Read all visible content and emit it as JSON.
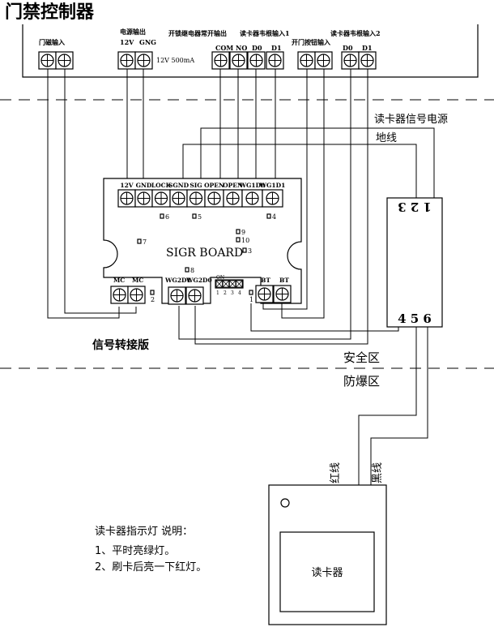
{
  "controller": {
    "title": "门禁控制器",
    "door_sensor_label": "门磁输入",
    "power_label": "电源输出",
    "power_pins": [
      "12V",
      "GNG"
    ],
    "power_rating": "12V 500mA",
    "relay_label": "开锁继电器常开输出",
    "relay_pins": [
      "COM",
      "NO"
    ],
    "wiegand1_label": "读卡器韦根输入1",
    "wiegand1_pins": [
      "D0",
      "D1"
    ],
    "button_label": "开门按钮输入",
    "wiegand2_label": "读卡器韦根输入2",
    "wiegand2_pins": [
      "D0",
      "D1"
    ]
  },
  "board": {
    "name": "SIGR  BOARD",
    "caption": "信号转接版",
    "top_pins": [
      "12V",
      "GND",
      "LOCK",
      "SGND",
      "SIG",
      "OPEN",
      "OPEN",
      "WG1D0",
      "WG1D1"
    ],
    "mc_pins": [
      "MC",
      "MC"
    ],
    "wg2_pins": [
      "WG2D1",
      "WG2D0"
    ],
    "bt_pins": [
      "BT",
      "BT"
    ],
    "markers": [
      "6",
      "5",
      "4",
      "7",
      "9",
      "10",
      "3",
      "8",
      "2",
      "1"
    ],
    "dip_on": "ON",
    "dip_nums": [
      "1",
      "2",
      "3",
      "4"
    ]
  },
  "module": {
    "top_digits": "1 2 3",
    "bottom_digits": "4 5 6",
    "signal_power_label": "读卡器信号电源",
    "ground_label": "地线"
  },
  "zones": {
    "safe": "安全区",
    "explosion": "防爆区"
  },
  "reader": {
    "label": "读卡器",
    "red_wire": "红线",
    "black_wire": "黑线"
  },
  "notes": {
    "title": "读卡器指示灯 说明：",
    "lines": [
      "1、平时亮绿灯。",
      "2、刷卡后亮一下红灯。"
    ]
  }
}
